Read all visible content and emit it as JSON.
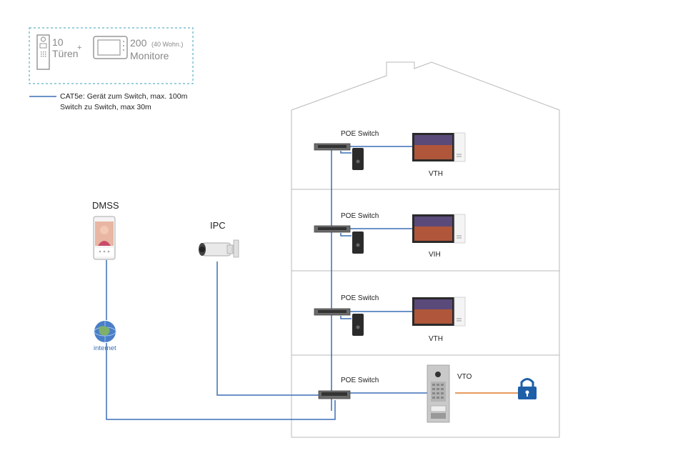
{
  "legend_box": {
    "doors_count": "10",
    "doors_label": "Türen",
    "plus": "+",
    "monitors_count": "200",
    "monitors_note": "(40 Wohn.)",
    "monitors_label": "Monitore"
  },
  "cable_legend": {
    "line1": "CAT5e: Gerät zum Switch, max. 100m",
    "line2": "Switch zu Switch, max 30m"
  },
  "devices": {
    "dmss": "DMSS",
    "ipc": "IPC",
    "internet": "internet",
    "vto": "VTO"
  },
  "floors": [
    {
      "switch_label": "POE Switch",
      "monitor_label": "VTH"
    },
    {
      "switch_label": "POE Switch",
      "monitor_label": "VIH"
    },
    {
      "switch_label": "POE Switch",
      "monitor_label": "VTH"
    },
    {
      "switch_label": "POE Switch"
    }
  ],
  "colors": {
    "cable": "#3b6fb6",
    "lock_cable": "#e07a2a",
    "lock": "#1f5fa8",
    "house": "#b8b8b8",
    "legend_border": "#3aa0b8"
  },
  "icons": [
    "door-station-icon",
    "monitor-icon",
    "smartphone-icon",
    "camera-icon",
    "internet-globe-icon",
    "poe-switch-icon",
    "indoor-monitor-icon",
    "doorbell-icon",
    "outdoor-station-icon",
    "lock-icon"
  ]
}
